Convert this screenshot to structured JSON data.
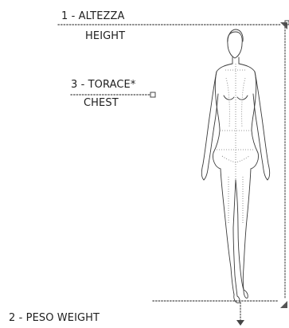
{
  "measurements": {
    "height": {
      "number_label": "1 - ALTEZZA",
      "english": "HEIGHT"
    },
    "chest": {
      "number_label": "3 - TORACE*",
      "english": "CHEST"
    },
    "weight": {
      "label": "2 - PESO WEIGHT"
    }
  },
  "colors": {
    "line": "#444444",
    "dotted": "#666666"
  }
}
